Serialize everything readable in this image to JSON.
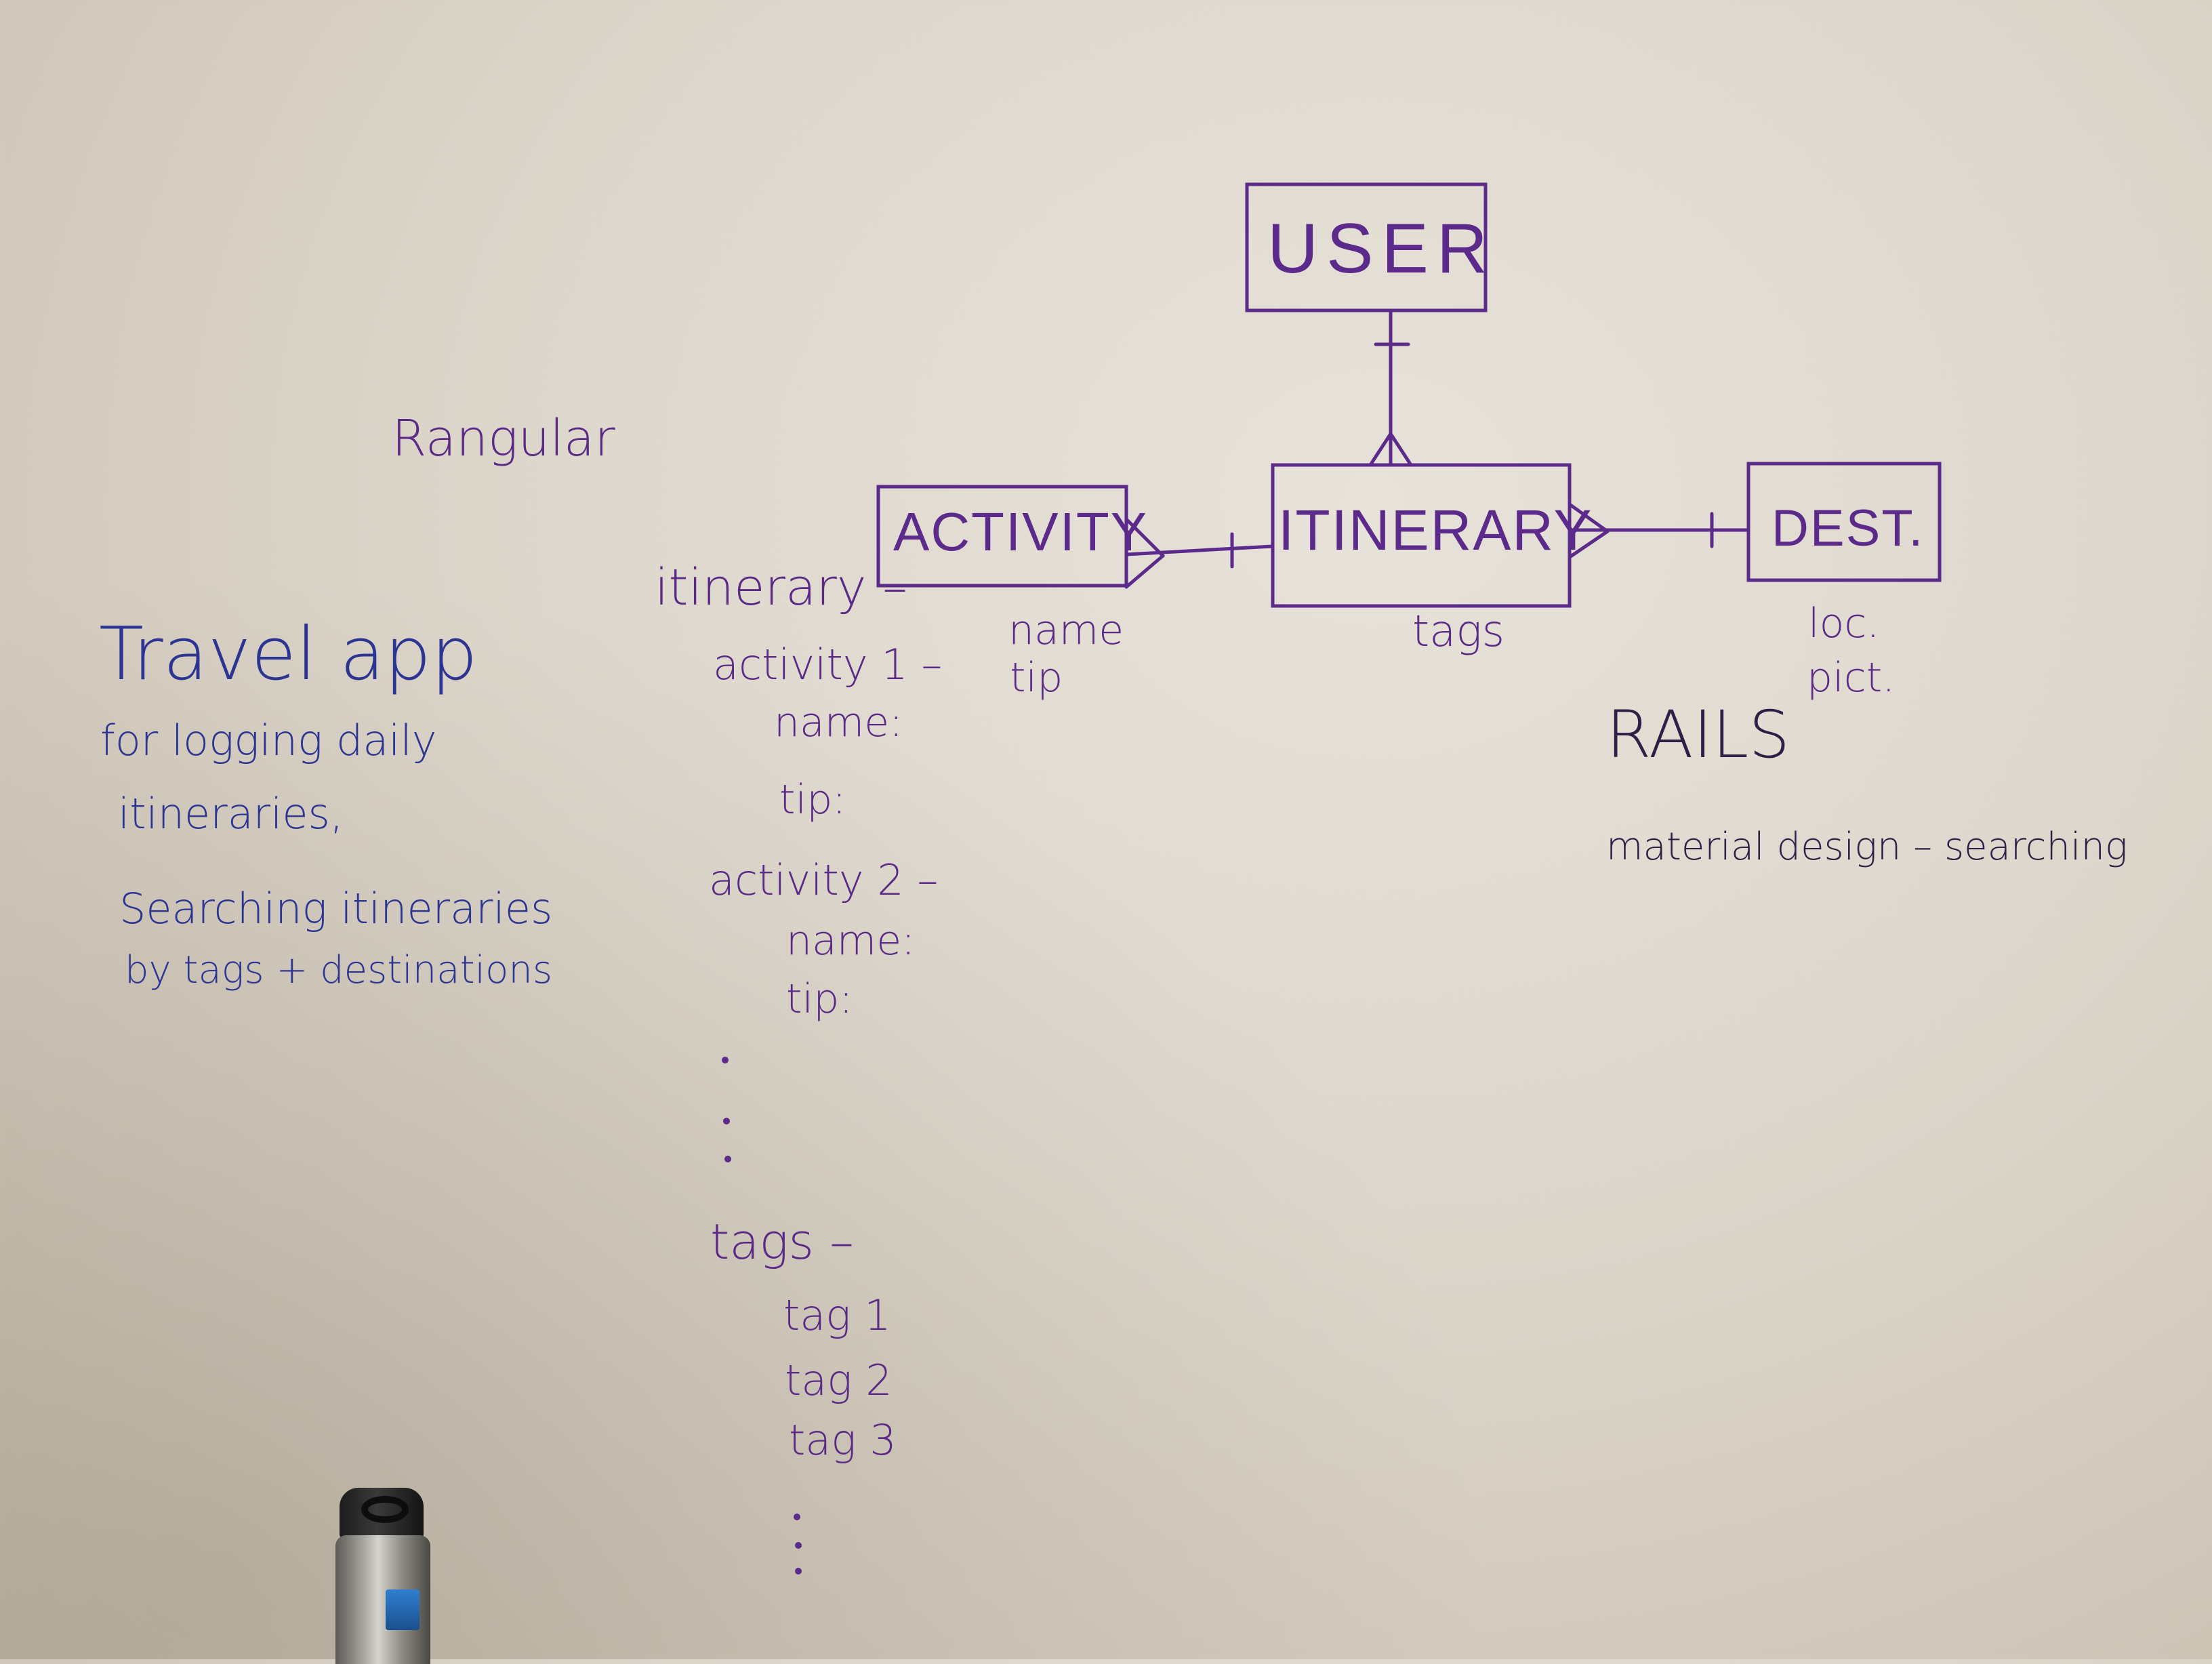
{
  "whiteboard": {
    "framework_note": "Rangular",
    "description": {
      "title": "Travel app",
      "lines": [
        "for logging daily",
        "itineraries,",
        "Searching itineraries",
        "by tags + destinations"
      ]
    },
    "entities": {
      "user": "USER",
      "activity": "ACTIVITY",
      "itinerary": "ITINERARY",
      "destination": "DEST."
    },
    "attributes": {
      "activity": [
        "name",
        "tip"
      ],
      "itinerary": [
        "tags"
      ],
      "destination": [
        "loc.",
        "pict."
      ]
    },
    "json_outline": {
      "root": "itinerary –",
      "activity1": "activity 1 –",
      "activity1_fields": [
        "name:",
        "tip:"
      ],
      "activity2": "activity 2 –",
      "activity2_fields": [
        "name:",
        "tip:"
      ],
      "tags_root": "tags –",
      "tags": [
        "tag 1",
        "tag 2",
        "tag 3"
      ]
    },
    "stack_note": "RAILS",
    "design_note": "material design – searching",
    "marker_colors": {
      "purple": "#5a2a86",
      "blue": "#2c3592"
    }
  }
}
